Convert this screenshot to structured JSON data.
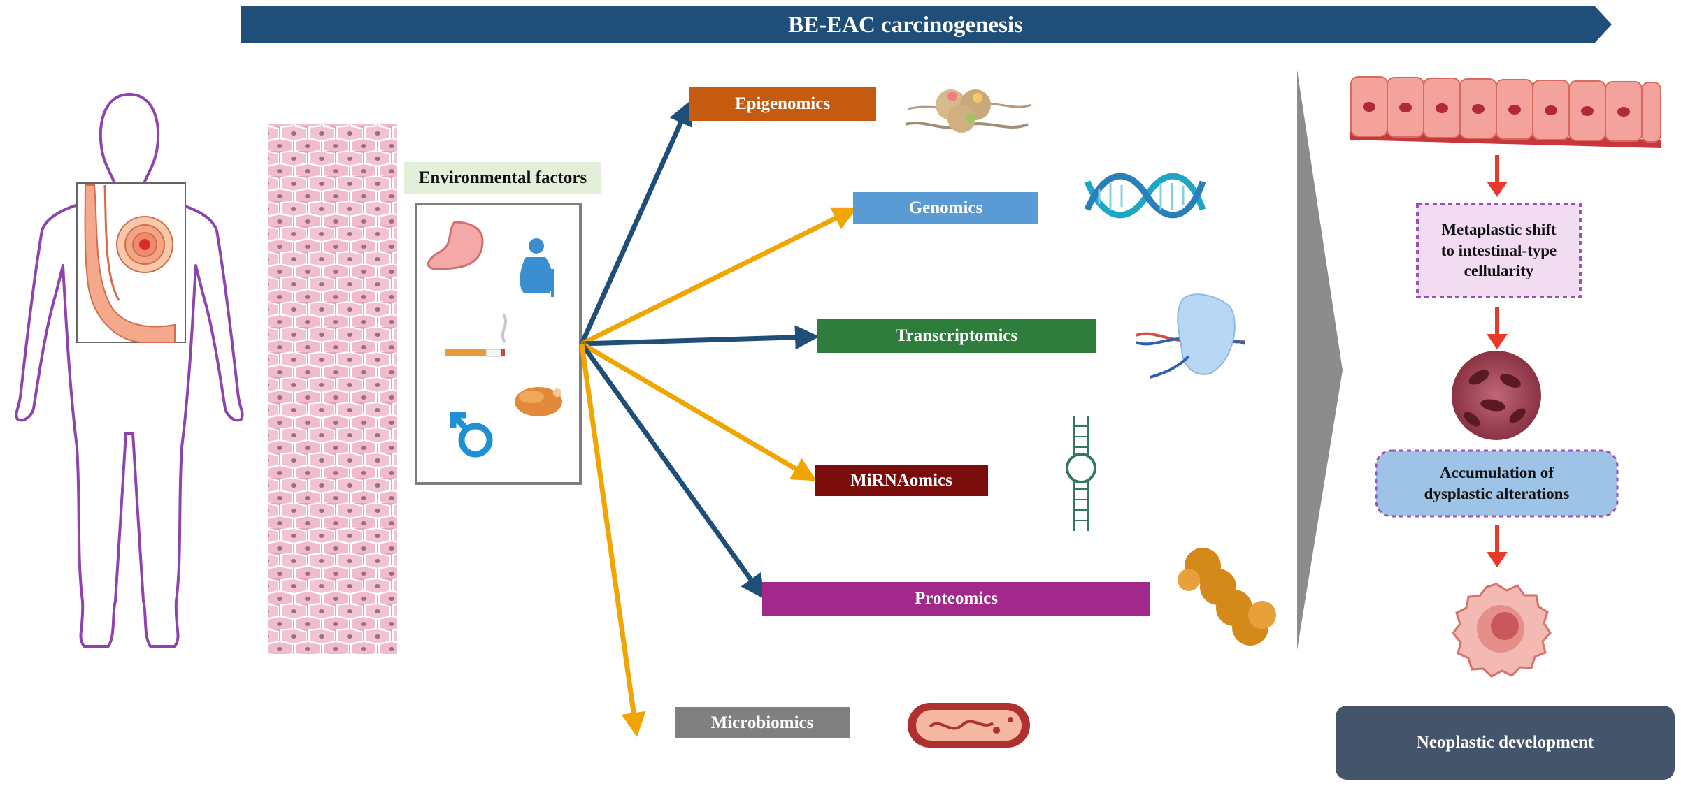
{
  "banner": {
    "title": "BE-EAC carcinogenesis"
  },
  "environment": {
    "label": "Environmental factors"
  },
  "omics": [
    {
      "label": "Epigenomics",
      "color": "#c55a11"
    },
    {
      "label": "Genomics",
      "color": "#5b9bd5"
    },
    {
      "label": "Transcriptomics",
      "color": "#2e7d3c"
    },
    {
      "label": "MiRNAomics",
      "color": "#7b0c0c"
    },
    {
      "label": "Proteomics",
      "color": "#a3288b"
    },
    {
      "label": "Microbiomics",
      "color": "#808080"
    }
  ],
  "progression": {
    "step1": {
      "line1": "Metaplastic shift",
      "line2": "to intestinal-type",
      "line3": "cellularity"
    },
    "step2": {
      "line1": "Accumulation of",
      "line2": "dysplastic alterations"
    },
    "final": "Neoplastic development"
  },
  "colors": {
    "banner": "#1f4e79",
    "arrow_dark": "#1f4e79",
    "arrow_orange": "#f0a500",
    "progress_arrow": "#e8392b",
    "body_outline": "#8e44ad",
    "gray_chevron": "#8c8c8c"
  }
}
